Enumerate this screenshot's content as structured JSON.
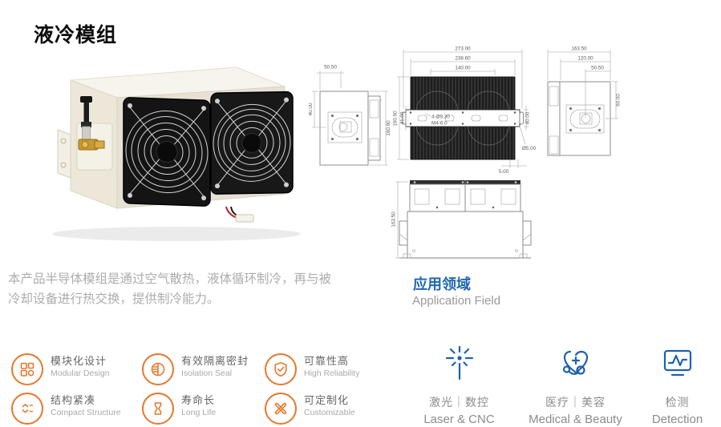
{
  "page": {
    "title": "液冷模组"
  },
  "description": {
    "line1": "本产品半导体模组是通过空气散热，液体循环制冷，再与被",
    "line2": "冷却设备进行热交换，提供制冷能力。"
  },
  "application": {
    "heading_zh": "应用领域",
    "heading_en": "Application Field",
    "accent_color": "#2268b2",
    "items": [
      {
        "zh": "激光｜数控",
        "en": "Laser & CNC",
        "icon": "laser-icon"
      },
      {
        "zh": "医疗｜美容",
        "en": "Medical & Beauty",
        "icon": "medical-heart-icon"
      },
      {
        "zh": "检测",
        "en": "Detection",
        "icon": "monitor-waveform-icon"
      }
    ]
  },
  "features": {
    "accent_color": "#e8772e",
    "items": [
      {
        "zh": "模块化设计",
        "en": "Modular Design",
        "icon": "modular-blocks-icon"
      },
      {
        "zh": "有效隔离密封",
        "en": "Isolation Seal",
        "icon": "seal-icon"
      },
      {
        "zh": "可靠性高",
        "en": "High Reliability",
        "icon": "shield-check-icon"
      },
      {
        "zh": "结构紧凑",
        "en": "Compact Structure",
        "icon": "compact-list-icon"
      },
      {
        "zh": "寿命长",
        "en": "Long Life",
        "icon": "hourglass-icon"
      },
      {
        "zh": "可定制化",
        "en": "Customizable",
        "icon": "crossed-tools-icon"
      }
    ]
  },
  "drawings": {
    "side_left": {
      "dim_top": "50.50",
      "dim_left": "40.00",
      "dim_right": "160.60"
    },
    "top_view": {
      "dim_w1": "273.00",
      "dim_w2": "238.60",
      "dim_w3": "140.00",
      "dim_h1": "160.60",
      "dim_h2": "41.00",
      "dim_h3": "40.00",
      "note1": "4-Ø9.30",
      "note2": "M4-6.0",
      "note3": "Ø5.00",
      "dim_b": "5.00"
    },
    "side_right": {
      "dim_w1": "163.50",
      "dim_w2": "120.00",
      "dim_w3": "50.50",
      "dim_h": "60.00"
    },
    "front_view": {
      "dim_h": "163.50"
    }
  }
}
